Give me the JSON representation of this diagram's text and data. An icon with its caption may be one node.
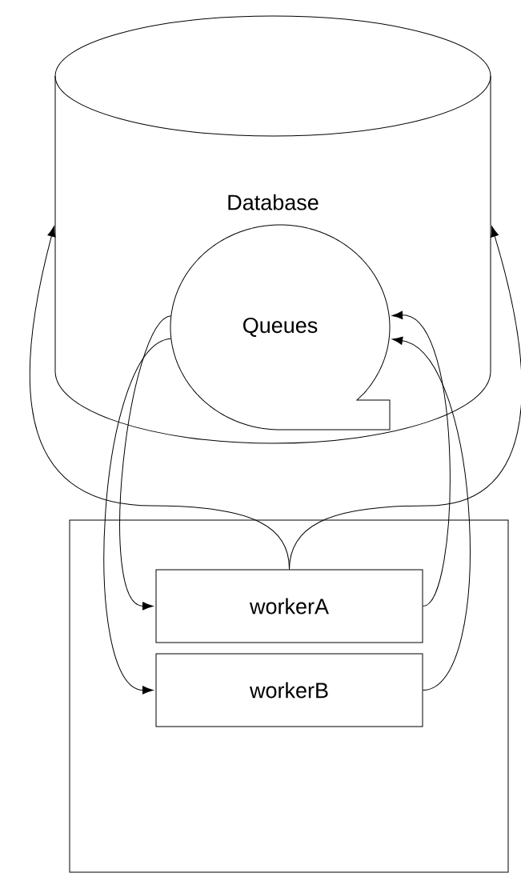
{
  "diagram": {
    "nodes": [
      {
        "text": [
          "Database"
        ]
      },
      {
        "text": [
          "Queues"
        ],
        "in": 0
      },
      {
        "text": [],
        "shape": "box"
      },
      {
        "text": [
          "workerA"
        ],
        "in": 2
      },
      {
        "text": [
          "workerB"
        ],
        "in": 2
      }
    ],
    "edges": [
      {
        "from": 1,
        "to": 3,
        "arrow": "to"
      },
      {
        "from": 1,
        "to": 4,
        "arrow": "to"
      },
      {
        "from": 3,
        "to": 1,
        "arrow": "to"
      },
      {
        "from": 4,
        "to": 1,
        "arrow": "to"
      },
      {
        "from": 3,
        "to": 0,
        "arrow": "to"
      },
      {
        "from": 3,
        "to": 0,
        "arrow": "to"
      }
    ]
  }
}
